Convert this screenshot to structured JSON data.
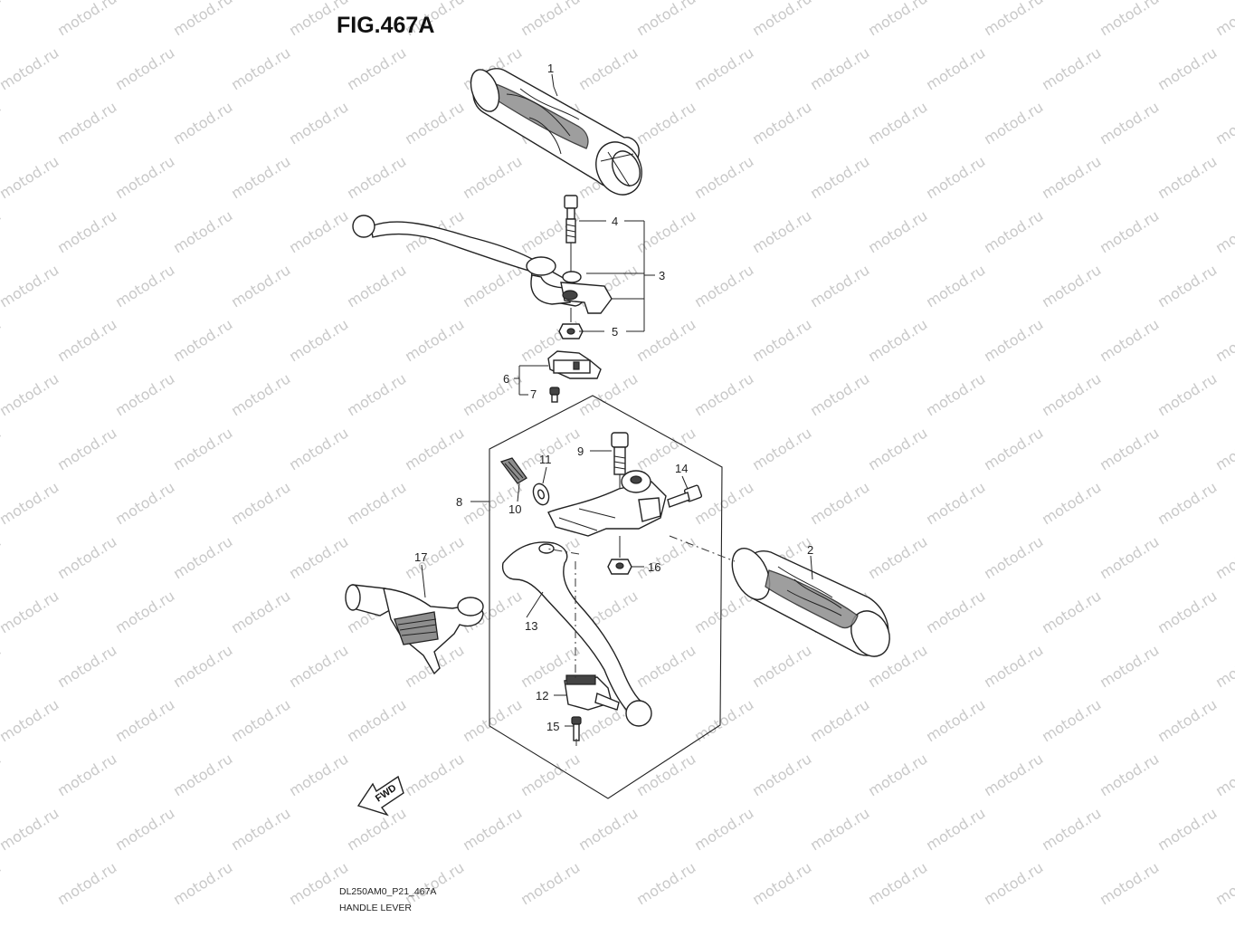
{
  "figure": {
    "title": "FIG.467A",
    "model_code": "DL250AM0_P21_467A",
    "caption": "HANDLE LEVER",
    "direction_label": "FWD"
  },
  "watermark": {
    "text": "motod.ru"
  },
  "callouts": [
    {
      "number": "1"
    },
    {
      "number": "2"
    },
    {
      "number": "3"
    },
    {
      "number": "4"
    },
    {
      "number": "5"
    },
    {
      "number": "6"
    },
    {
      "number": "7"
    },
    {
      "number": "8"
    },
    {
      "number": "9"
    },
    {
      "number": "10"
    },
    {
      "number": "11"
    },
    {
      "number": "12"
    },
    {
      "number": "13"
    },
    {
      "number": "14"
    },
    {
      "number": "15"
    },
    {
      "number": "16"
    },
    {
      "number": "17"
    }
  ]
}
